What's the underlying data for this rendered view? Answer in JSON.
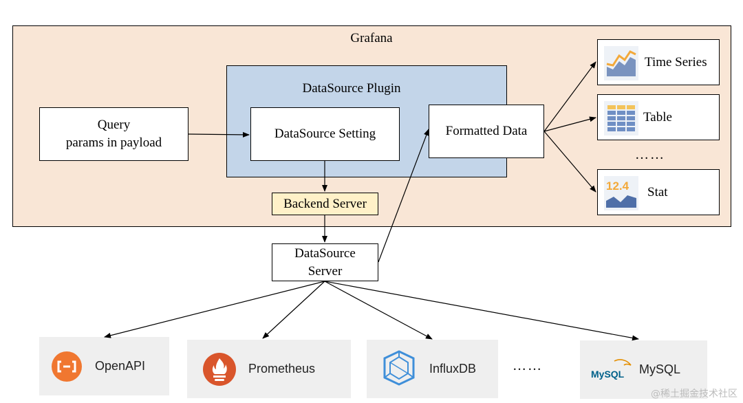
{
  "grafana": {
    "title": "Grafana"
  },
  "plugin": {
    "title": "DataSource Plugin"
  },
  "query": {
    "line1": "Query",
    "line2": "params in payload"
  },
  "setting": {
    "label": "DataSource Setting"
  },
  "formatted": {
    "label": "Formatted Data"
  },
  "backend": {
    "label": "Backend Server"
  },
  "server": {
    "line1": "DataSource",
    "line2": "Server"
  },
  "panels": {
    "time_series": {
      "label": "Time Series",
      "icon": "time-series-chart-icon"
    },
    "table": {
      "label": "Table",
      "icon": "table-grid-icon"
    },
    "ellipsis": "……",
    "stat": {
      "label": "Stat",
      "icon": "stat-panel-icon",
      "value": "12.4"
    }
  },
  "sources": {
    "openapi": {
      "label": "OpenAPI",
      "icon": "openapi-logo-icon",
      "color": "#f07730"
    },
    "prometheus": {
      "label": "Prometheus",
      "icon": "prometheus-logo-icon",
      "color": "#d9552b"
    },
    "influxdb": {
      "label": "InfluxDB",
      "icon": "influxdb-logo-icon",
      "color": "#3f8fd9"
    },
    "ellipsis": "……",
    "mysql": {
      "label": "MySQL",
      "icon": "mysql-logo-icon",
      "logo_text": "MySQL",
      "color": "#00618a"
    }
  },
  "watermark": "@稀土掘金技术社区"
}
